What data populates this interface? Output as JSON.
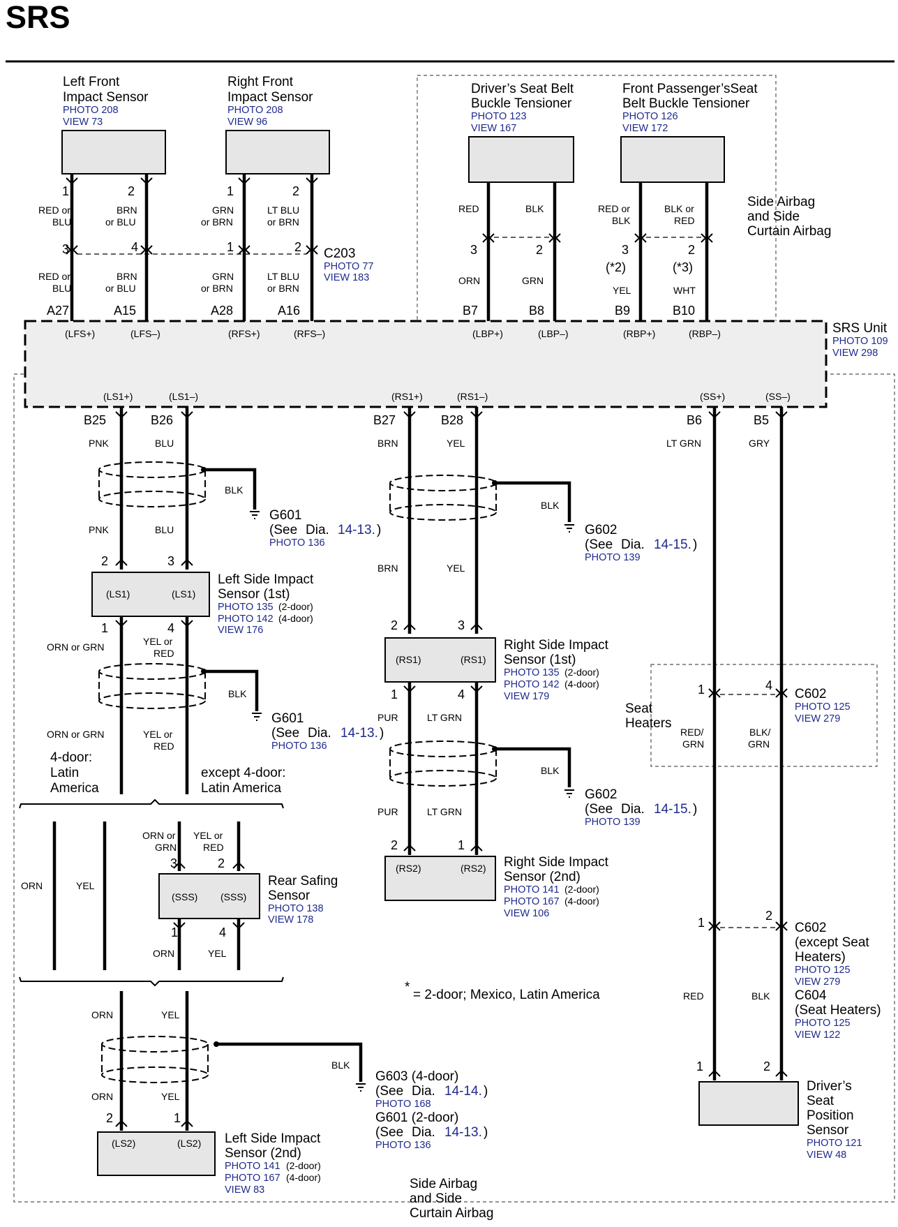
{
  "title": "SRS",
  "components": {
    "lf_impact": {
      "name1": "Left Front",
      "name2": "Impact Sensor",
      "photo": "PHOTO 208",
      "view": "VIEW 73",
      "pin_a": "1",
      "pin_b": "2"
    },
    "rf_impact": {
      "name1": "Right Front",
      "name2": "Impact Sensor",
      "photo": "PHOTO 208",
      "view": "VIEW 96",
      "pin_a": "1",
      "pin_b": "2"
    },
    "drv_buckle": {
      "name1": "Driver’s Seat Belt",
      "name2": "Buckle Tensioner",
      "photo": "PHOTO 123",
      "view": "VIEW 167"
    },
    "pass_buckle": {
      "name1": "Front Passenger’sSeat",
      "name2": "Belt Buckle Tensioner",
      "photo": "PHOTO 126",
      "view": "VIEW 172"
    },
    "srs_unit": {
      "name": "SRS Unit",
      "photo": "PHOTO 109",
      "view": "VIEW 298"
    },
    "ls1": {
      "name1": "Left Side Impact",
      "name2": "Sensor (1st)",
      "photo1": "PHOTO 135",
      "photo1_note": "(2-door)",
      "photo2": "PHOTO 142",
      "photo2_note": "(4-door)",
      "view": "VIEW 176",
      "term_a": "(LS1)",
      "term_b": "(LS1)",
      "pin_top_a": "2",
      "pin_top_b": "3",
      "pin_bot_a": "1",
      "pin_bot_b": "4"
    },
    "rs1": {
      "name1": "Right Side Impact",
      "name2": "Sensor (1st)",
      "photo1": "PHOTO 135",
      "photo1_note": "(2-door)",
      "photo2": "PHOTO 142",
      "photo2_note": "(4-door)",
      "view": "VIEW 179",
      "term_a": "(RS1)",
      "term_b": "(RS1)",
      "pin_top_a": "2",
      "pin_top_b": "3",
      "pin_bot_a": "1",
      "pin_bot_b": "4"
    },
    "rs2": {
      "name1": "Right Side Impact",
      "name2": "Sensor (2nd)",
      "photo1": "PHOTO 141",
      "photo1_note": "(2-door)",
      "photo2": "PHOTO 167",
      "photo2_note": "(4-door)",
      "view": "VIEW 106",
      "term_a": "(RS2)",
      "term_b": "(RS2)",
      "pin_a": "2",
      "pin_b": "1"
    },
    "sss": {
      "name1": "Rear Safing",
      "name2": "Sensor",
      "photo": "PHOTO 138",
      "view": "VIEW 178",
      "term_a": "(SSS)",
      "term_b": "(SSS)",
      "pin_top_a": "3",
      "pin_top_b": "2",
      "pin_bot_a": "1",
      "pin_bot_b": "4"
    },
    "ls2": {
      "name1": "Left Side Impact",
      "name2": "Sensor (2nd)",
      "photo1": "PHOTO 141",
      "photo1_note": "(2-door)",
      "photo2": "PHOTO 167",
      "photo2_note": "(4-door)",
      "view": "VIEW 83",
      "term_a": "(LS2)",
      "term_b": "(LS2)",
      "pin_a": "2",
      "pin_b": "1"
    },
    "seat_pos": {
      "name1": "Driver’s",
      "name2": "Seat",
      "name3": "Position",
      "name4": "Sensor",
      "photo": "PHOTO 121",
      "view": "VIEW 48",
      "pin_a": "1",
      "pin_b": "2"
    }
  },
  "connectors": {
    "c203": {
      "name": "C203",
      "photo": "PHOTO 77",
      "view": "VIEW 183",
      "pins": [
        "3",
        "4",
        "1",
        "2"
      ]
    },
    "c602a": {
      "name": "C602",
      "photo": "PHOTO 125",
      "view": "VIEW 279",
      "pin_a": "1",
      "pin_b": "4"
    },
    "c602b": {
      "name": "C602",
      "note1": "(except Seat",
      "note2": "Heaters)",
      "photo": "PHOTO 125",
      "view": "VIEW 279",
      "pin_a": "1",
      "pin_b": "2"
    },
    "c604": {
      "name": "C604",
      "note": "(Seat Heaters)",
      "photo": "PHOTO 125",
      "view": "VIEW 122"
    }
  },
  "grounds": {
    "g601a": {
      "name": "G601",
      "see": "(See",
      "dia": "Dia.",
      "ref": "14-13.",
      "close": ")",
      "photo": "PHOTO 136",
      "wire": "BLK"
    },
    "g601b": {
      "name": "G601",
      "see": "(See",
      "dia": "Dia.",
      "ref": "14-13.",
      "close": ")",
      "photo": "PHOTO 136",
      "wire": "BLK"
    },
    "g602a": {
      "name": "G602",
      "see": "(See",
      "dia": "Dia.",
      "ref": "14-15.",
      "close": ")",
      "photo": "PHOTO 139",
      "wire": "BLK"
    },
    "g602b": {
      "name": "G602",
      "see": "(See",
      "dia": "Dia.",
      "ref": "14-15.",
      "close": ")",
      "photo": "PHOTO 139",
      "wire": "BLK"
    },
    "g603": {
      "name": "G603 (4-door)",
      "see": "(See",
      "dia": "Dia.",
      "ref": "14-14.",
      "close": ")",
      "photo": "PHOTO 168",
      "wire": "BLK"
    },
    "g601c": {
      "name": "G601 (2-door)",
      "see": "(See",
      "dia": "Dia.",
      "ref": "14-13.",
      "close": ")",
      "photo": "PHOTO 136"
    }
  },
  "unit_pins": {
    "a27": "A27",
    "a15": "A15",
    "a28": "A28",
    "a16": "A16",
    "b7": "B7",
    "b8": "B8",
    "b9": "B9",
    "b10": "B10",
    "b25": "B25",
    "b26": "B26",
    "b27": "B27",
    "b28": "B28",
    "b6": "B6",
    "b5": "B5"
  },
  "unit_terms": {
    "lfs_p": "(LFS+)",
    "lfs_m": "(LFS–)",
    "rfs_p": "(RFS+)",
    "rfs_m": "(RFS–)",
    "lbp_p": "(LBP+)",
    "lbp_m": "(LBP–)",
    "rbp_p": "(RBP+)",
    "rbp_m": "(RBP–)",
    "ls1_p": "(LS1+)",
    "ls1_m": "(LS1–)",
    "rs1_p": "(RS1+)",
    "rs1_m": "(RS1–)",
    "ss_p": "(SS+)",
    "ss_m": "(SS–)"
  },
  "wires": {
    "red_or": "RED or",
    "blu": "BLU",
    "brn": "BRN",
    "or_blu": "or BLU",
    "grn": "GRN",
    "or_brn": "or BRN",
    "lt_blu": "LT BLU",
    "red": "RED",
    "blk": "BLK",
    "blk_or": "BLK or",
    "blk_red": "RED",
    "orn": "ORN",
    "grn_w": "GRN",
    "yel": "YEL",
    "wht": "WHT",
    "pnk": "PNK",
    "blu_w": "BLU",
    "brn_w": "BRN",
    "yel_w": "YEL",
    "lt_grn": "LT GRN",
    "gry": "GRY",
    "orn_or_grn": "ORN or GRN",
    "yel_or": "YEL or",
    "red_w": "RED",
    "pur": "PUR",
    "ltgrn": "LT GRN",
    "orn_or": "ORN or",
    "grn2": "GRN",
    "yel_or2": "YEL or",
    "red2": "RED",
    "red_slash": "RED/",
    "grn_end": "GRN",
    "blk_slash": "BLK/",
    "grn_end2": "GRN",
    "star2": "(*2)",
    "star3": "(*3)"
  },
  "notes": {
    "side_airbag1": "Side Airbag",
    "side_airbag2": "and Side",
    "side_airbag3": "Curtain Airbag",
    "four_door1": "4-door:",
    "four_door2": "Latin",
    "four_door3": "America",
    "except1": "except 4-door:",
    "except2": "Latin America",
    "seat_heaters1": "Seat",
    "seat_heaters2": "Heaters",
    "footnote_star": "*",
    "footnote": "= 2-door; Mexico, Latin America"
  }
}
